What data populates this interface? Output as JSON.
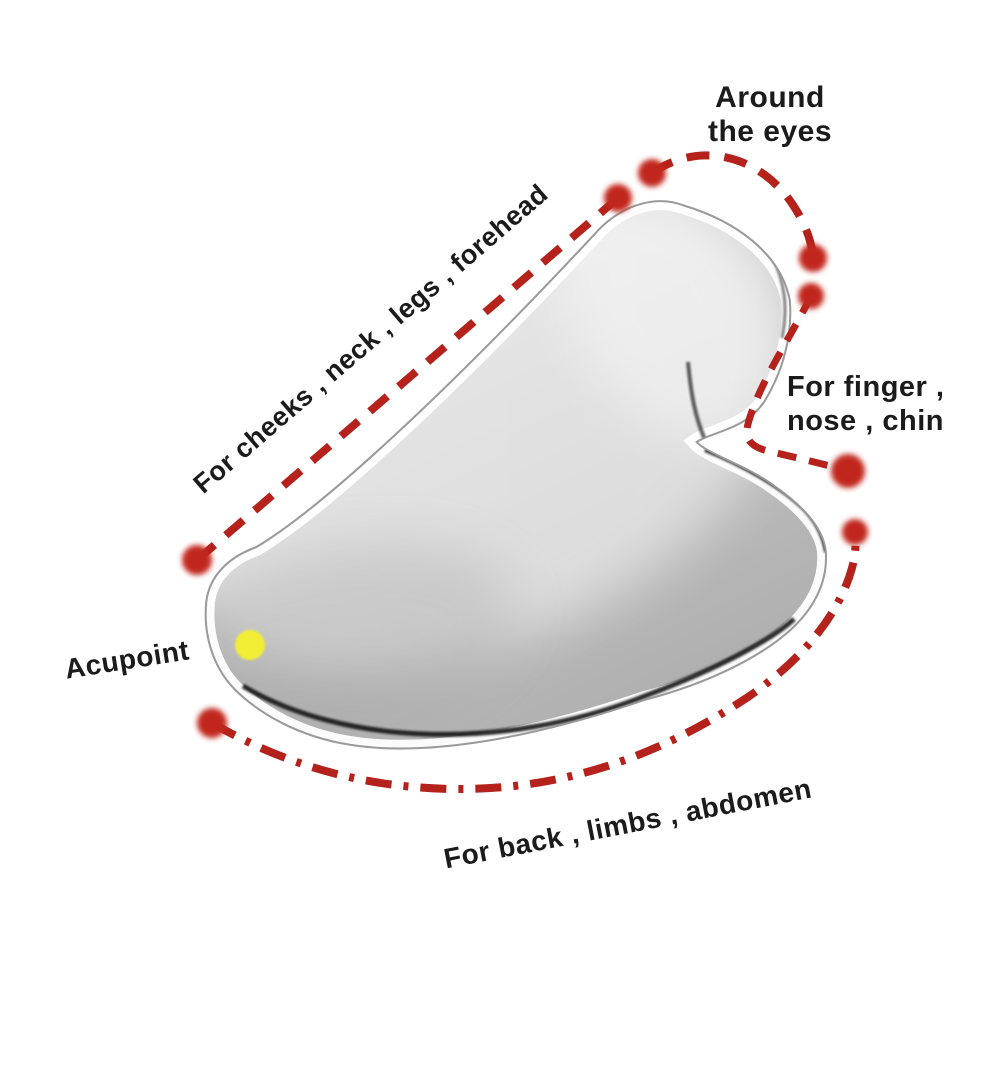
{
  "figure_title": "gua sha scraping tool usage diagram",
  "annotations": {
    "around_eyes": {
      "lines": [
        "Around",
        "the eyes"
      ]
    },
    "cheeks": {
      "label": "For cheeks , neck , legs , forehead"
    },
    "finger_nose_chin": {
      "lines": [
        "For finger ,",
        "nose , chin"
      ]
    },
    "back_limbs_abdomen": {
      "label": "For back , limbs , abdomen"
    },
    "acupoint": {
      "label": "Acupoint"
    }
  },
  "colors": {
    "annotation_red": "#b5211b",
    "dot_red": "#c1251a",
    "acupoint_yellow": "#f2ee35",
    "text": "#1b1b1b",
    "steel_light": "#dcdcdc",
    "steel_mid": "#c2c2c2",
    "steel_dark": "#a9a9a9"
  }
}
